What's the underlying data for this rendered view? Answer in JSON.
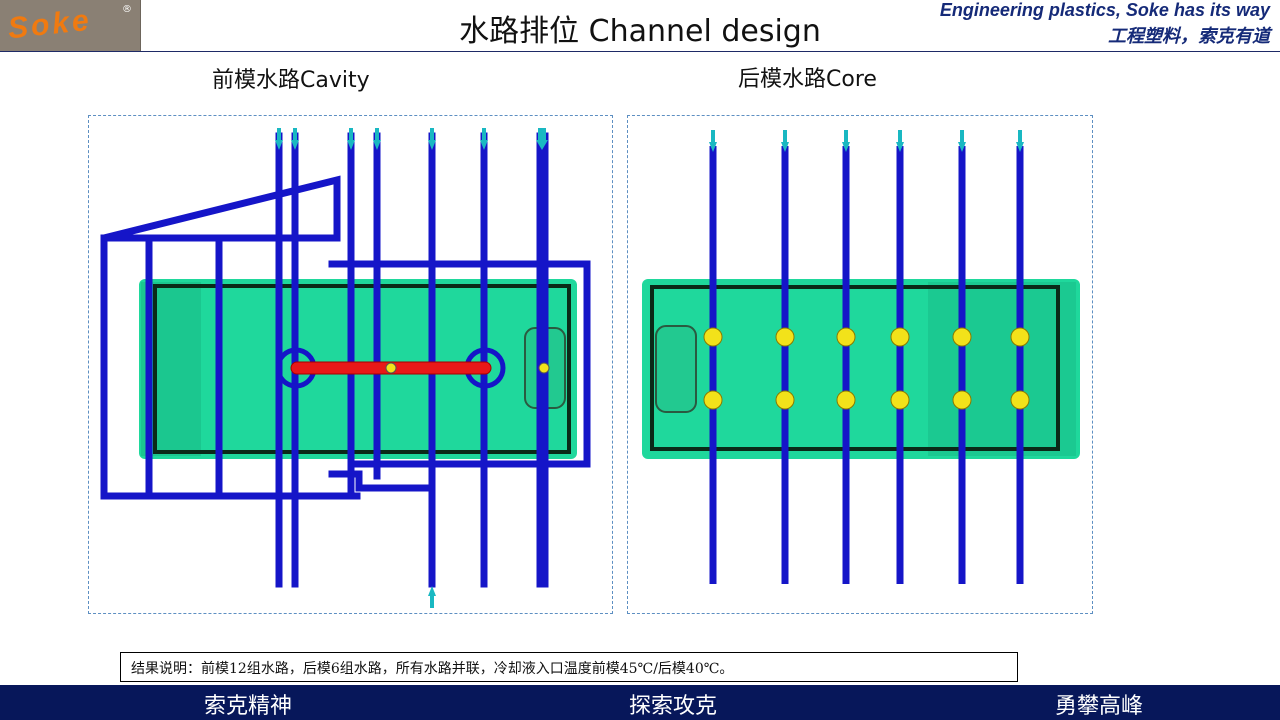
{
  "header": {
    "logo_text": "Soke",
    "logo_mark": "®",
    "title": "水路排位 Channel design",
    "slogan_en": "Engineering plastics, Soke has its way",
    "slogan_cn": "工程塑料，索克有道"
  },
  "panels": {
    "cavity_title": "前模水路Cavity",
    "core_title": "后模水路Core"
  },
  "result_text": "结果说明：前模12组水路，后模6组水路，所有水路并联，冷却液入口温度前模45℃/后模40℃。",
  "footer": {
    "left": "索克精神",
    "center": "探索攻克",
    "right": "勇攀高峰"
  },
  "colors": {
    "channel": "#1515c8",
    "part": "#1fd89c",
    "inlet": "#19b8c2",
    "baffle_marker": "#f2e21a",
    "heater": "#e81818",
    "footer": "#07175a",
    "title_blue": "#152a78"
  }
}
